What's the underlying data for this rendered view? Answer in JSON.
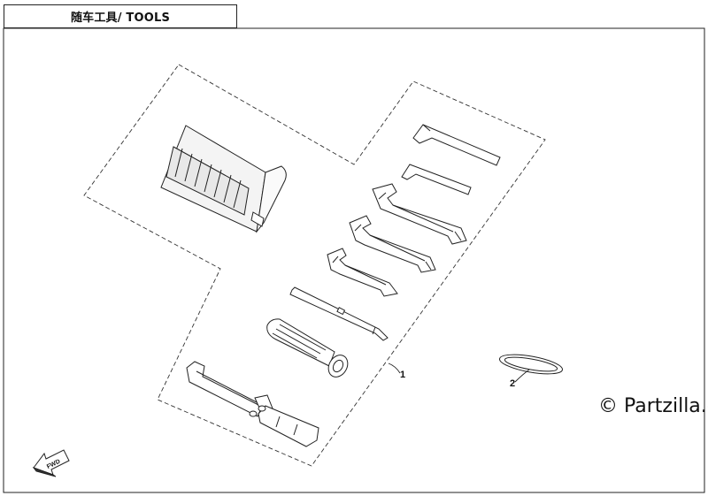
{
  "title": "随车工具/ TOOLS",
  "callouts": [
    {
      "id": "1",
      "label": "1"
    },
    {
      "id": "2",
      "label": "2"
    }
  ],
  "direction_marker": "FWD",
  "watermark": "© Partzilla.c",
  "colors": {
    "line": "#222222",
    "background": "#ffffff"
  }
}
